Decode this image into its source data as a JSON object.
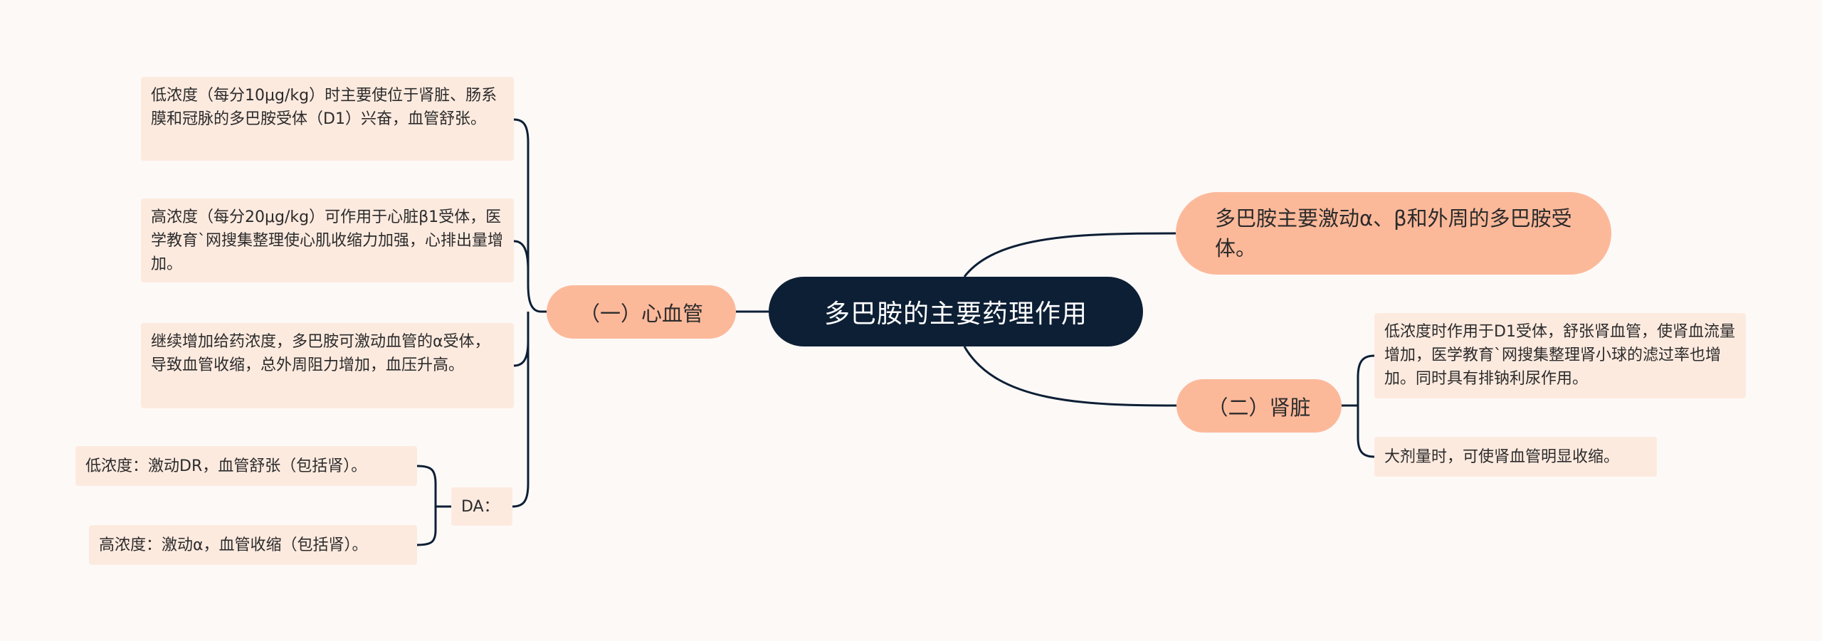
{
  "colors": {
    "background": "#fdf9f7",
    "root_fill": "#0d1f35",
    "branch_fill": "#fcb99a",
    "leaf_fill": "#fdeadf",
    "line": "#0d1f35"
  },
  "root": {
    "label": "多巴胺的主要药理作用"
  },
  "branches": {
    "cardio": {
      "label": "（一）心血管"
    },
    "kidney": {
      "label": "（二）肾脏"
    },
    "main": {
      "label": "多巴胺主要激动α、β和外周的多巴胺受体。"
    }
  },
  "cardio_leaves": {
    "low": "低浓度（每分10μg/kg）时主要使位于肾脏、肠系膜和冠脉的多巴胺受体（D1）兴奋，血管舒张。",
    "high": "高浓度（每分20μg/kg）可作用于心脏β1受体，医学教育`网搜集整理使心肌收缩力加强，心排出量增加。",
    "more": "继续增加给药浓度，多巴胺可激动血管的α受体，导致血管收缩，总外周阻力增加，血压升高。",
    "da": "DA："
  },
  "da_leaves": {
    "low": "低浓度：激动DR，血管舒张（包括肾）。",
    "high": "高浓度：激动α，血管收缩（包括肾）。"
  },
  "kidney_leaves": {
    "k1": "低浓度时作用于D1受体，舒张肾血管，使肾血流量增加，医学教育`网搜集整理肾小球的滤过率也增加。同时具有排钠利尿作用。",
    "k2": "大剂量时，可使肾血管明显收缩。"
  }
}
